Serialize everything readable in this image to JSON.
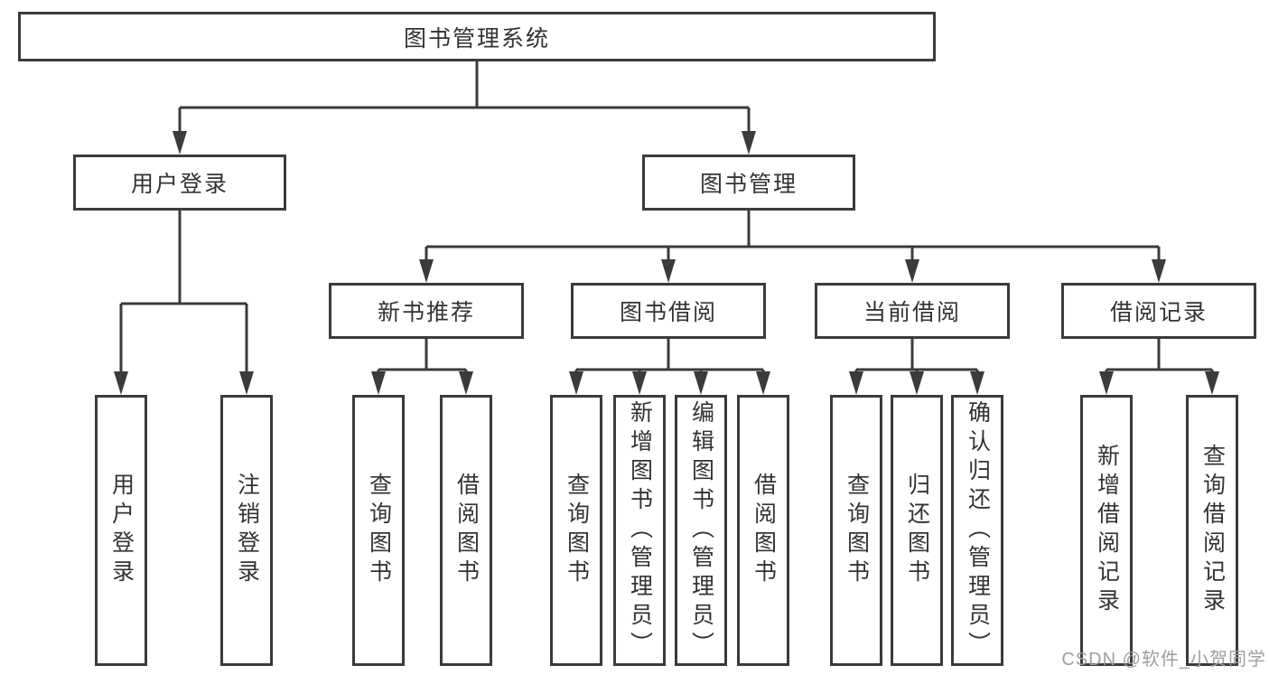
{
  "diagram": {
    "type": "hierarchy-diagram",
    "watermark": "CSDN @软件_小贺同学",
    "colors": {
      "line": "#3b3b3b",
      "box_border": "#3b3b3b",
      "text": "#333333",
      "watermark": "#9e9e9e",
      "background": "#ffffff"
    }
  },
  "nodes": {
    "root": {
      "label": "图书管理系统"
    },
    "level2": [
      {
        "id": "user-login",
        "label": "用户登录"
      },
      {
        "id": "book-management",
        "label": "图书管理"
      }
    ],
    "level3": [
      {
        "id": "new-book-recommend",
        "label": "新书推荐"
      },
      {
        "id": "book-borrowing",
        "label": "图书借阅"
      },
      {
        "id": "current-borrowing",
        "label": "当前借阅"
      },
      {
        "id": "borrowing-records",
        "label": "借阅记录"
      }
    ],
    "leaves": [
      {
        "id": "user-login-leaf",
        "label": "用户登录"
      },
      {
        "id": "logout",
        "label": "注销登录"
      },
      {
        "id": "recommend-query-book",
        "label": "查询图书"
      },
      {
        "id": "recommend-borrow-book",
        "label": "借阅图书"
      },
      {
        "id": "borrowing-query-book",
        "label": "查询图书"
      },
      {
        "id": "borrowing-add-book",
        "label": "新增图书（管理员）"
      },
      {
        "id": "borrowing-edit-book",
        "label": "编辑图书（管理员）"
      },
      {
        "id": "borrowing-borrow-book",
        "label": "借阅图书"
      },
      {
        "id": "current-query-book",
        "label": "查询图书"
      },
      {
        "id": "current-return-book",
        "label": "归还图书"
      },
      {
        "id": "current-confirm-return",
        "label": "确认归还（管理员）"
      },
      {
        "id": "records-add-record",
        "label": "新增借阅记录"
      },
      {
        "id": "records-query-record",
        "label": "查询借阅记录"
      }
    ]
  }
}
